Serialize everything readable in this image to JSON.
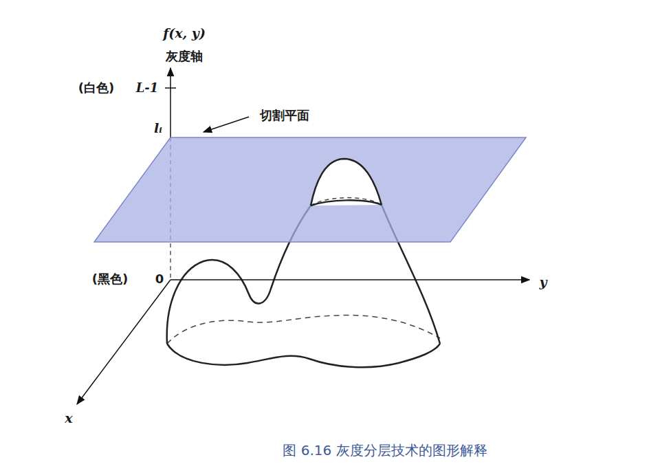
{
  "diagram": {
    "caption": "图 6.16 灰度分层技术的图形解释",
    "labels": [
      "f(x, y)",
      "灰度轴",
      "(白色)",
      "L-1",
      "lᵢ",
      "切割平面",
      "(黑色)",
      "0",
      "y",
      "x"
    ]
  }
}
